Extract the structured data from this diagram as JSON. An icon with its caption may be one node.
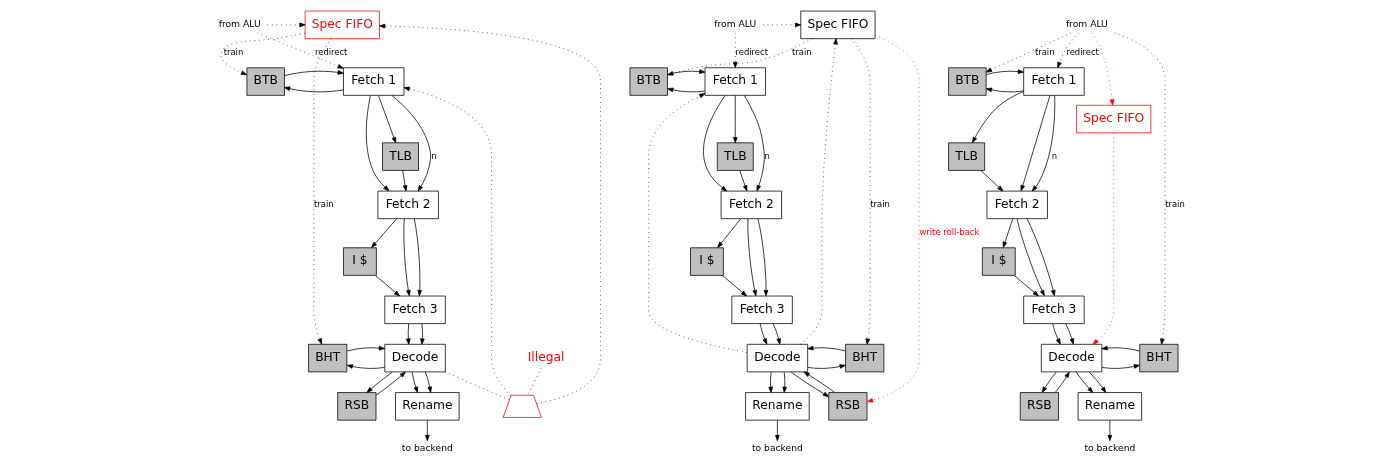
{
  "diagram": {
    "nodes": [
      {
        "text": [
          "Spec FIFO"
        ]
      },
      {
        "text": [
          "from ALU"
        ]
      },
      {
        "text": [
          "BTB"
        ]
      },
      {
        "text": [
          "Fetch 1"
        ]
      },
      {
        "text": [
          "TLB"
        ]
      },
      {
        "text": [
          "Fetch 2"
        ]
      },
      {
        "text": [
          "I $"
        ]
      },
      {
        "text": [
          "Fetch 3"
        ]
      },
      {
        "text": [
          "BHT"
        ]
      },
      {
        "text": [],
        "shape": "trapezoid"
      },
      {
        "text": [
          "Decode"
        ]
      },
      {
        "text": [
          "Illegal"
        ]
      },
      {
        "text": [
          "RSB"
        ]
      },
      {
        "text": [
          "Rename"
        ]
      },
      {
        "text": [
          "to backend"
        ]
      },
      {
        "text": [
          "Spec FIFO"
        ]
      },
      {
        "text": [
          "from ALU"
        ]
      },
      {
        "text": [
          "BTB"
        ]
      },
      {
        "text": [
          "Fetch 1"
        ]
      },
      {
        "text": [
          "TLB"
        ]
      },
      {
        "text": [
          "Fetch 2"
        ]
      },
      {
        "text": [
          "I $"
        ]
      },
      {
        "text": [
          "Fetch 3"
        ]
      },
      {
        "text": [
          "BHT"
        ]
      },
      {
        "text": [
          "Decode"
        ]
      },
      {
        "text": [
          "RSB"
        ]
      },
      {
        "text": [
          "Rename"
        ]
      },
      {
        "text": [
          "to backend"
        ]
      },
      {
        "text": [
          "from ALU"
        ]
      },
      {
        "text": [
          "BTB"
        ]
      },
      {
        "text": [
          "Fetch 1"
        ]
      },
      {
        "text": [
          "TLB"
        ]
      },
      {
        "text": [
          "Fetch 2"
        ]
      },
      {
        "text": [
          "I $"
        ]
      },
      {
        "text": [
          "Fetch 3"
        ]
      },
      {
        "text": [
          "Spec FIFO"
        ]
      },
      {
        "text": [
          "BHT"
        ]
      },
      {
        "text": [
          "Decode"
        ]
      },
      {
        "text": [
          "RSB"
        ]
      },
      {
        "text": [
          "Rename"
        ]
      },
      {
        "text": [
          "to backend"
        ]
      }
    ],
    "edges": [
      {
        "from": 1,
        "to": 0,
        "arrow": "to",
        "style": "dashed"
      },
      {
        "from": 1,
        "to": 3,
        "arrow": "to",
        "style": "dashed",
        "label": "redirect"
      },
      {
        "from": 9,
        "to": 0,
        "arrow": "to",
        "style": "dashed"
      },
      {
        "from": 9,
        "to": 3,
        "arrow": "to",
        "style": "dashed"
      },
      {
        "from": 10,
        "to": 9,
        "arrow": "none",
        "style": "dashed"
      },
      {
        "from": 11,
        "to": 9,
        "arrow": "none",
        "style": "dashed"
      },
      {
        "from": 0,
        "to": 2,
        "arrow": "to",
        "style": "dashed",
        "label": "train"
      },
      {
        "from": 0,
        "to": 8,
        "arrow": "to",
        "style": "dashed",
        "label": "train"
      },
      {
        "from": 3,
        "to": 2,
        "arrow": "to"
      },
      {
        "from": 2,
        "to": 3,
        "arrow": "to"
      },
      {
        "from": 3,
        "to": 4,
        "arrow": "to"
      },
      {
        "from": 3,
        "to": 5,
        "arrow": "to"
      },
      {
        "from": 3,
        "to": 5,
        "arrow": "to",
        "label": "n"
      },
      {
        "from": 4,
        "to": 5,
        "arrow": "to"
      },
      {
        "from": 5,
        "to": 6,
        "arrow": "to"
      },
      {
        "from": 5,
        "to": 7,
        "arrow": "to"
      },
      {
        "from": 5,
        "to": 7,
        "arrow": "to"
      },
      {
        "from": 6,
        "to": 7,
        "arrow": "to"
      },
      {
        "from": 7,
        "to": 10,
        "arrow": "to"
      },
      {
        "from": 7,
        "to": 10,
        "arrow": "to"
      },
      {
        "from": 10,
        "to": 8,
        "arrow": "to"
      },
      {
        "from": 8,
        "to": 10,
        "arrow": "to"
      },
      {
        "from": 10,
        "to": 12,
        "arrow": "to"
      },
      {
        "from": 12,
        "to": 10,
        "arrow": "to"
      },
      {
        "from": 10,
        "to": 13,
        "arrow": "to"
      },
      {
        "from": 10,
        "to": 13,
        "arrow": "to"
      },
      {
        "from": 13,
        "to": 14,
        "arrow": "to"
      },
      {
        "from": 16,
        "to": 15,
        "arrow": "to",
        "style": "dashed"
      },
      {
        "from": 16,
        "to": 18,
        "arrow": "to",
        "style": "dashed",
        "label": "redirect"
      },
      {
        "from": 24,
        "to": 15,
        "arrow": "to",
        "style": "dashed"
      },
      {
        "from": 24,
        "to": 18,
        "arrow": "to",
        "style": "dashed"
      },
      {
        "from": 15,
        "to": 17,
        "arrow": "to",
        "style": "dashed",
        "label": "train"
      },
      {
        "from": 15,
        "to": 23,
        "arrow": "to",
        "style": "dashed",
        "label": "train"
      },
      {
        "from": 15,
        "to": 25,
        "arrow": "to",
        "style": "dashed",
        "color": "#ff0000",
        "label": "write roll-back"
      },
      {
        "from": 18,
        "to": 17,
        "arrow": "to"
      },
      {
        "from": 17,
        "to": 18,
        "arrow": "to"
      },
      {
        "from": 18,
        "to": 19,
        "arrow": "to"
      },
      {
        "from": 18,
        "to": 20,
        "arrow": "to"
      },
      {
        "from": 18,
        "to": 20,
        "arrow": "to",
        "label": "n"
      },
      {
        "from": 19,
        "to": 20,
        "arrow": "to"
      },
      {
        "from": 20,
        "to": 21,
        "arrow": "to"
      },
      {
        "from": 20,
        "to": 22,
        "arrow": "to"
      },
      {
        "from": 20,
        "to": 22,
        "arrow": "to"
      },
      {
        "from": 21,
        "to": 22,
        "arrow": "to"
      },
      {
        "from": 22,
        "to": 24,
        "arrow": "to"
      },
      {
        "from": 22,
        "to": 24,
        "arrow": "to"
      },
      {
        "from": 24,
        "to": 23,
        "arrow": "to"
      },
      {
        "from": 23,
        "to": 24,
        "arrow": "to"
      },
      {
        "from": 24,
        "to": 25,
        "arrow": "to"
      },
      {
        "from": 25,
        "to": 24,
        "arrow": "to"
      },
      {
        "from": 24,
        "to": 26,
        "arrow": "to"
      },
      {
        "from": 24,
        "to": 26,
        "arrow": "to"
      },
      {
        "from": 26,
        "to": 27,
        "arrow": "to"
      },
      {
        "from": 28,
        "to": 29,
        "arrow": "to",
        "style": "dashed",
        "label": "train"
      },
      {
        "from": 28,
        "to": 36,
        "arrow": "to",
        "style": "dashed",
        "label": "train"
      },
      {
        "from": 28,
        "to": 30,
        "arrow": "to",
        "style": "dashed",
        "label": "redirect"
      },
      {
        "from": 28,
        "to": 35,
        "arrow": "to",
        "style": "dashed",
        "color": "#ff0000"
      },
      {
        "from": 35,
        "to": 37,
        "arrow": "to",
        "style": "dashed",
        "color": "#ff0000"
      },
      {
        "from": 30,
        "to": 29,
        "arrow": "to"
      },
      {
        "from": 29,
        "to": 30,
        "arrow": "to"
      },
      {
        "from": 30,
        "to": 31,
        "arrow": "to"
      },
      {
        "from": 30,
        "to": 32,
        "arrow": "to"
      },
      {
        "from": 30,
        "to": 32,
        "arrow": "to",
        "label": "n"
      },
      {
        "from": 31,
        "to": 32,
        "arrow": "to"
      },
      {
        "from": 32,
        "to": 33,
        "arrow": "to"
      },
      {
        "from": 32,
        "to": 34,
        "arrow": "to"
      },
      {
        "from": 32,
        "to": 34,
        "arrow": "to"
      },
      {
        "from": 33,
        "to": 34,
        "arrow": "to"
      },
      {
        "from": 34,
        "to": 37,
        "arrow": "to"
      },
      {
        "from": 34,
        "to": 37,
        "arrow": "to"
      },
      {
        "from": 37,
        "to": 36,
        "arrow": "to"
      },
      {
        "from": 36,
        "to": 37,
        "arrow": "to"
      },
      {
        "from": 37,
        "to": 38,
        "arrow": "to"
      },
      {
        "from": 38,
        "to": 37,
        "arrow": "to"
      },
      {
        "from": 37,
        "to": 39,
        "arrow": "to"
      },
      {
        "from": 37,
        "to": 39,
        "arrow": "to"
      },
      {
        "from": 39,
        "to": 40,
        "arrow": "to"
      }
    ]
  }
}
